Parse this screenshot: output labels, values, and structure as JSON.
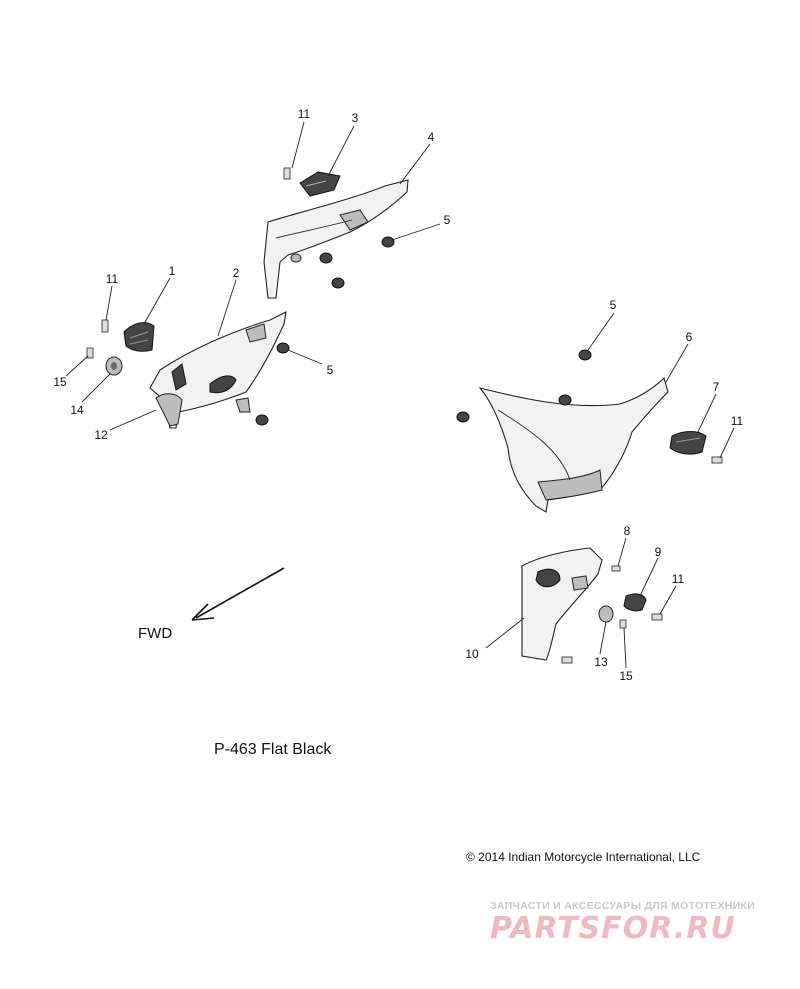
{
  "diagram": {
    "callouts": {
      "c11a": "11",
      "c3": "3",
      "c4": "4",
      "c5a": "5",
      "c1": "1",
      "c2": "2",
      "c11b": "11",
      "c15a": "15",
      "c14": "14",
      "c12": "12",
      "c5b": "5",
      "c5c": "5",
      "c6": "6",
      "c7": "7",
      "c11c": "11",
      "c8": "8",
      "c9": "9",
      "c11d": "11",
      "c10": "10",
      "c13": "13",
      "c15b": "15"
    },
    "fwd_label": "FWD",
    "caption": "P-463  Flat Black",
    "copyright": "© 2014 Indian Motorcycle International, LLC"
  },
  "watermark": {
    "tagline": "ЗАПЧАСТИ И АКСЕССУАРЫ ДЛЯ МОТОТЕХНИКИ",
    "logo": "PARTSFOR.RU"
  }
}
